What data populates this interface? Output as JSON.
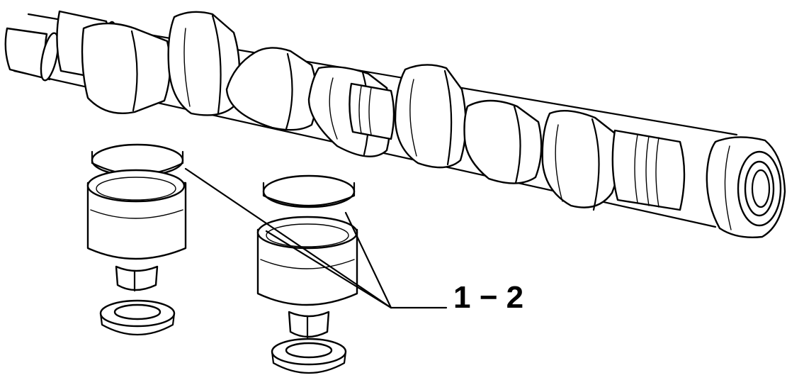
{
  "callout": {
    "label": "1 − 2"
  },
  "parts": [
    "camshaft",
    "bucket-tappet-with-shim",
    "bucket-tappet-with-shim",
    "valve-spring-retainer",
    "valve-spring-retainer"
  ]
}
